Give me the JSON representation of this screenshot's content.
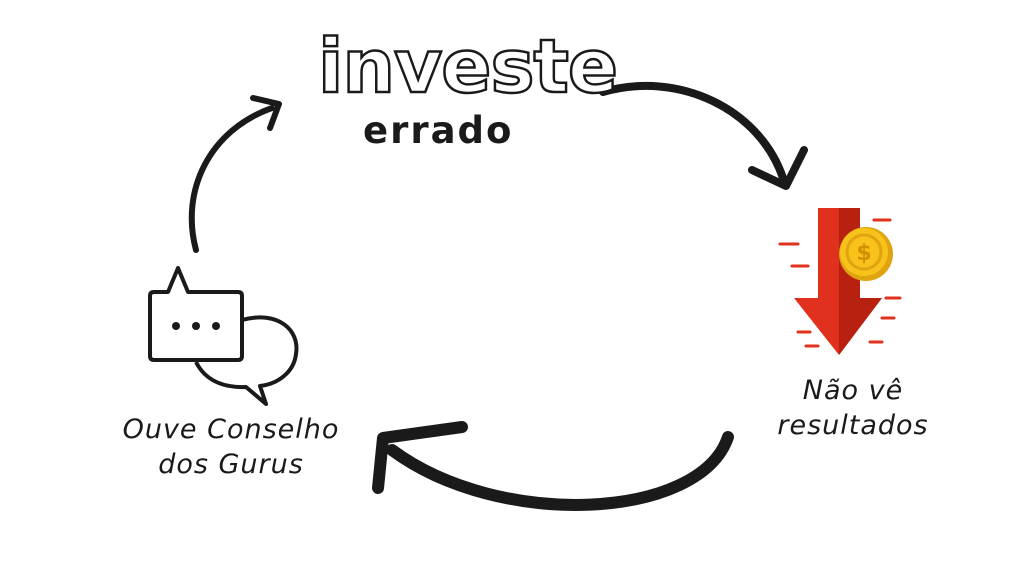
{
  "title": {
    "main": "investe",
    "sub": "errado"
  },
  "nodes": {
    "result": {
      "line1": "Não vê",
      "line2": "resultados"
    },
    "advice": {
      "line1": "Ouve Conselho",
      "line2": "dos Gurus"
    }
  },
  "icons": {
    "down_arrow": "down-arrow-coin-icon",
    "coin_symbol": "$",
    "chat": "chat-bubbles-icon"
  },
  "colors": {
    "ink": "#1a1a1a",
    "arrow_red": "#e0301e",
    "coin_gold": "#f7c21a"
  }
}
